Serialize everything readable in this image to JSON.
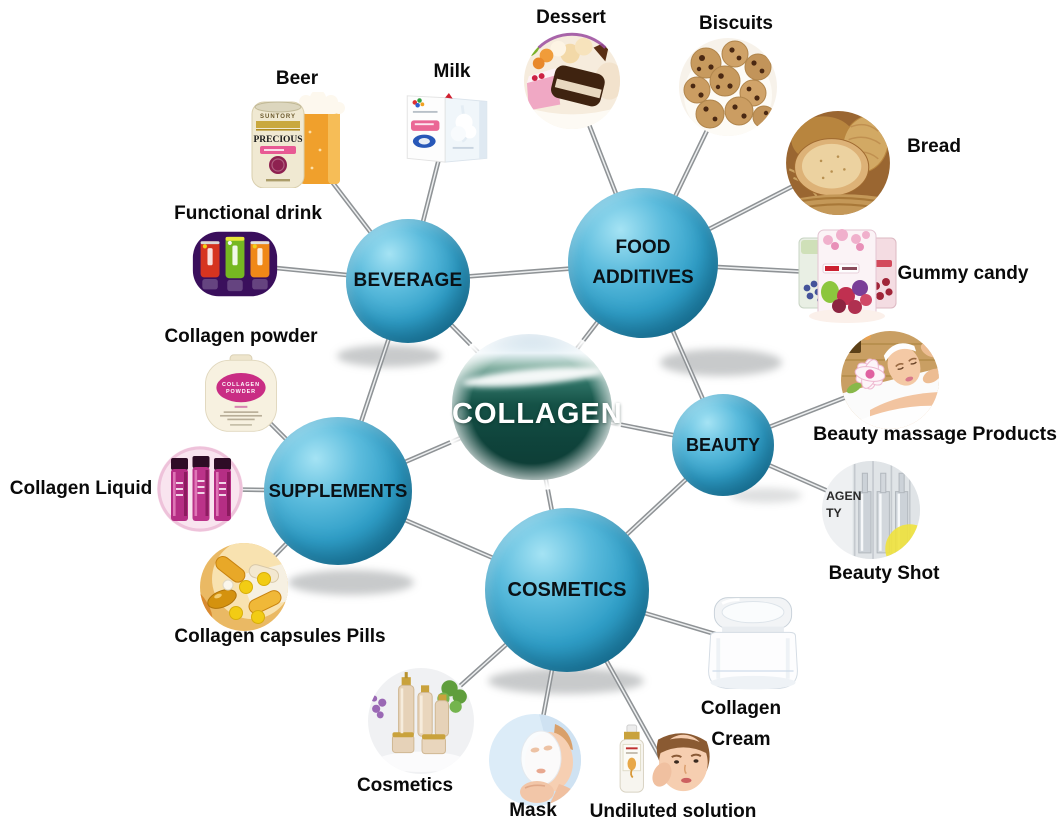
{
  "center": {
    "id": "collagen",
    "label": "COLLAGEN"
  },
  "categories": [
    {
      "id": "beverage",
      "label": "BEVERAGE"
    },
    {
      "id": "food",
      "label": "FOOD ADDITIVES"
    },
    {
      "id": "beauty",
      "label": "BEAUTY"
    },
    {
      "id": "supplements",
      "label": "SUPPLEMENTS"
    },
    {
      "id": "cosmetics",
      "label": "COSMETICS"
    }
  ],
  "products": [
    {
      "id": "beer",
      "label": "Beer",
      "image": "beer-can-and-glass",
      "image_text": [
        "SUNTORY",
        "PRECIOUS"
      ]
    },
    {
      "id": "milk",
      "label": "Milk",
      "image": "milk-carton"
    },
    {
      "id": "dessert",
      "label": "Dessert",
      "image": "assorted-cakes-photo"
    },
    {
      "id": "biscuits",
      "label": "Biscuits",
      "image": "chocolate-chip-cookies-photo"
    },
    {
      "id": "bread",
      "label": "Bread",
      "image": "bread-slices-photo"
    },
    {
      "id": "gummy",
      "label": "Gummy candy",
      "image": "gummy-candy-packages"
    },
    {
      "id": "functional",
      "label": "Functional drink",
      "image": "three-drink-cans"
    },
    {
      "id": "powder",
      "label": "Collagen powder",
      "image": "powder-jar",
      "image_text": [
        "COLLAGEN",
        "POWDER"
      ]
    },
    {
      "id": "liquid",
      "label": "Collagen Liquid",
      "image": "collagen-drink-bottles"
    },
    {
      "id": "capsules",
      "label": "Collagen capsules Pills",
      "image": "capsules-and-pills-photo"
    },
    {
      "id": "massage",
      "label": "Beauty massage Products",
      "image": "facial-massage-spa-photo"
    },
    {
      "id": "shot",
      "label": "Beauty Shot",
      "image": "glass-ampoules-photo",
      "image_text": [
        "AGEN",
        "TY"
      ]
    },
    {
      "id": "cream",
      "label": "Collagen Cream",
      "image": "white-cream-jar"
    },
    {
      "id": "cosmetics_img",
      "label": "Cosmetics",
      "image": "cosmetic-bottles-photo"
    },
    {
      "id": "mask",
      "label": "Mask",
      "image": "sheet-mask-face-photo"
    },
    {
      "id": "undiluted",
      "label": "Undiluted solution",
      "image": "serum-bottle-and-face"
    }
  ],
  "edges": [
    [
      "collagen",
      "beverage"
    ],
    [
      "collagen",
      "food"
    ],
    [
      "collagen",
      "beauty"
    ],
    [
      "collagen",
      "supplements"
    ],
    [
      "collagen",
      "cosmetics"
    ],
    [
      "beverage",
      "food"
    ],
    [
      "beverage",
      "supplements"
    ],
    [
      "food",
      "beauty"
    ],
    [
      "beauty",
      "cosmetics"
    ],
    [
      "supplements",
      "cosmetics"
    ],
    [
      "beverage",
      "beer"
    ],
    [
      "beverage",
      "milk"
    ],
    [
      "beverage",
      "functional"
    ],
    [
      "food",
      "dessert"
    ],
    [
      "food",
      "biscuits"
    ],
    [
      "food",
      "bread"
    ],
    [
      "food",
      "gummy"
    ],
    [
      "beauty",
      "massage"
    ],
    [
      "beauty",
      "shot"
    ],
    [
      "supplements",
      "powder"
    ],
    [
      "supplements",
      "liquid"
    ],
    [
      "supplements",
      "capsules"
    ],
    [
      "cosmetics",
      "cream"
    ],
    [
      "cosmetics",
      "cosmetics_img"
    ],
    [
      "cosmetics",
      "mask"
    ],
    [
      "cosmetics",
      "undiluted"
    ]
  ],
  "colors": {
    "sphere_blue": "#2f9ec7",
    "center_wave_teal": "#11473f",
    "connector_gray": "#8f9396",
    "label_black": "#0a0a0a",
    "background": "#ffffff"
  }
}
